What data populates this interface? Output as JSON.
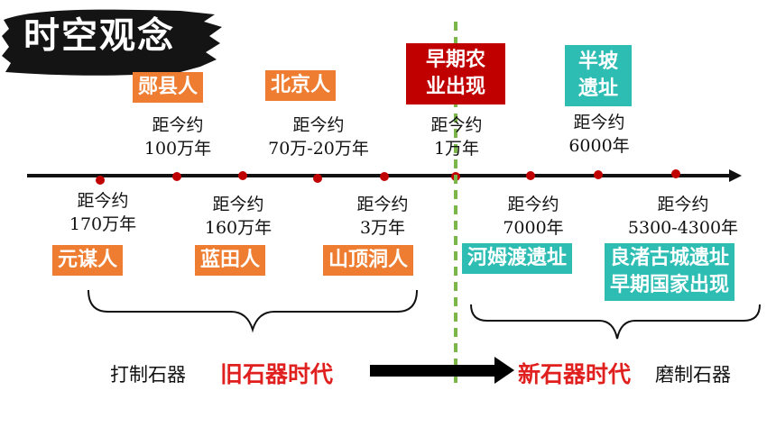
{
  "title": "时空观念",
  "divider_color": "#7ab648",
  "tag_colors": {
    "orange": "#ee7d31",
    "teal": "#2ebdb3",
    "red": "#c00000"
  },
  "above_events": [
    {
      "tag": "郧县人",
      "distance_line1": "距今约",
      "distance_line2": "100万年"
    },
    {
      "tag": "北京人",
      "distance_line1": "距今约",
      "distance_line2": "70万-20万年"
    },
    {
      "tag_line1": "早期农",
      "tag_line2": "业出现",
      "distance_line1": "距今约",
      "distance_line2": "1万年"
    },
    {
      "tag_line1": "半坡",
      "tag_line2": "遗址",
      "distance_line1": "距今约",
      "distance_line2": "6000年"
    }
  ],
  "below_events": [
    {
      "tag": "元谋人",
      "distance_line1": "距今约",
      "distance_line2": "170万年"
    },
    {
      "tag": "蓝田人",
      "distance_line1": "距今约",
      "distance_line2": "160万年"
    },
    {
      "tag": "山顶洞人",
      "distance_line1": "距今约",
      "distance_line2": "3万年"
    },
    {
      "tag": "河姆渡遗址",
      "distance_line1": "距今约",
      "distance_line2": "7000年"
    },
    {
      "tag_line1": "良渚古城遗址",
      "tag_line2": "早期国家出现",
      "distance_line1": "距今约",
      "distance_line2": "5300-4300年"
    }
  ],
  "bottom": {
    "left_tool": "打制石器",
    "era_old": "旧石器时代",
    "era_new": "新石器时代",
    "right_tool": "磨制石器"
  }
}
